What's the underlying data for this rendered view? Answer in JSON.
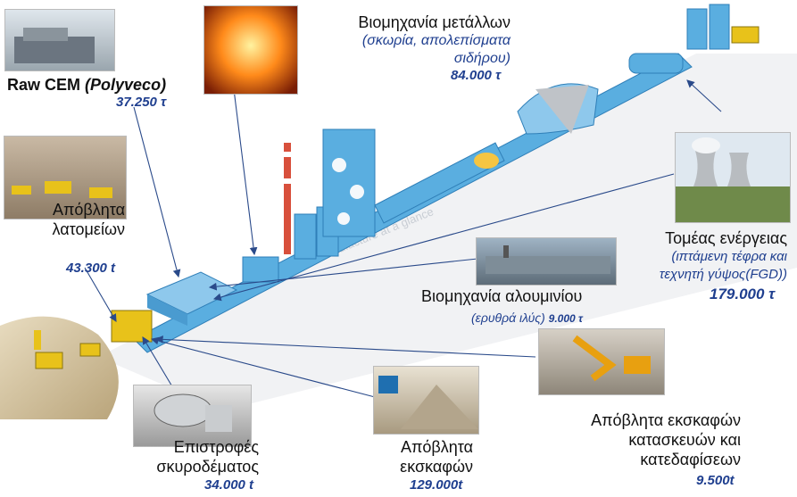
{
  "watermark": "Cement manufacture at a glance",
  "sources": {
    "metal": {
      "title": "Βιομηχανία μετάλλων",
      "sub1": "(σκωρία, απολεπίσματα",
      "sub2": "σιδήρου)",
      "amount": "84.000 τ"
    },
    "raw_cem": {
      "title": "Raw CEM",
      "sub": "(Polyveco)",
      "amount": "37.250 τ"
    },
    "quarry": {
      "line1": "Απόβλητα",
      "line2": "λατομείων",
      "amount": "43.300 t"
    },
    "energy": {
      "title": "Τομέας ενέργειας",
      "sub1": "(ιπτάμενη τέφρα και",
      "sub2": "τεχνητή γύψος(FGD))",
      "amount": "179.000 τ"
    },
    "aluminium": {
      "title": "Βιομηχανία αλουμινίου",
      "sub": "(ερυθρά ιλύς)",
      "amount": "9.000 τ"
    },
    "concrete": {
      "line1": "Επιστροφές",
      "line2": "σκυροδέματος",
      "amount": "34.000 t"
    },
    "excavation": {
      "line1": "Απόβλητα",
      "line2": "εκσκαφών",
      "amount": "129.000t"
    },
    "construction": {
      "line1": "Απόβλητα  εκσκαφών",
      "line2": "κατασκευών και",
      "line3": "κατεδαφίσεων",
      "amount": "9.500t"
    }
  },
  "colors": {
    "plant": "#5aaee0",
    "plant_dark": "#2f7fb8",
    "label_accent": "#1f3f8f",
    "arrow": "#2a4a8a",
    "machine": "#e8c21a"
  }
}
